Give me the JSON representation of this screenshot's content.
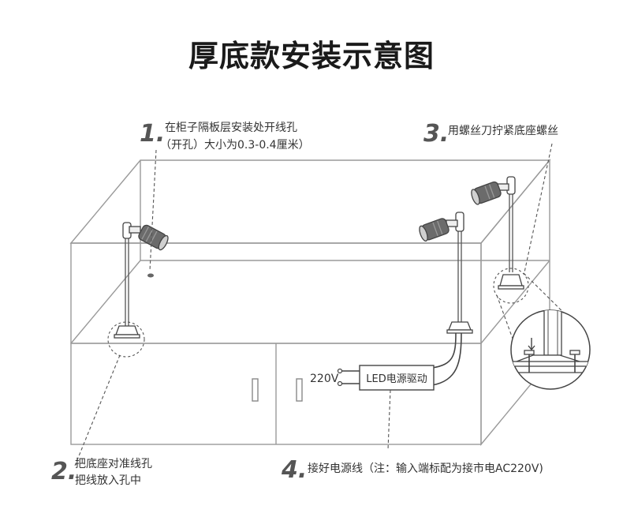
{
  "title": "厚底款安装示意图",
  "steps": [
    {
      "num": "1.",
      "lines": [
        "在柜子隔板层安装处开线孔",
        "（开孔）大小为0.3-0.4厘米）"
      ]
    },
    {
      "num": "2.",
      "lines": [
        "把底座对准线孔",
        "把线放入孔中"
      ]
    },
    {
      "num": "3.",
      "lines": [
        "用螺丝刀拧紧底座螺丝"
      ]
    },
    {
      "num": "4.",
      "lines": [
        "接好电源线（注：输入端标配为接市电AC220V)"
      ]
    }
  ],
  "driver_label": "LED电源驱动",
  "voltage_label": "220V",
  "colors": {
    "line": "#999999",
    "dark": "#444444",
    "text": "#333333"
  }
}
